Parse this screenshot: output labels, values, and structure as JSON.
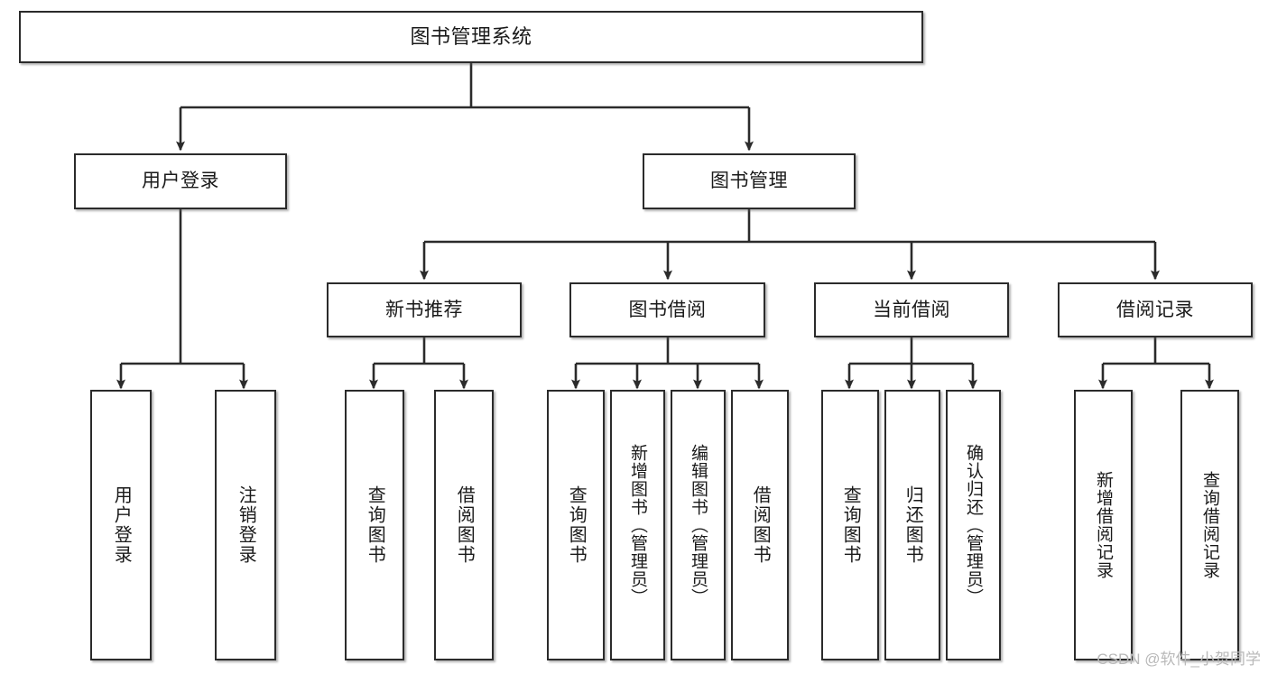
{
  "diagram": {
    "type": "tree",
    "title": "图书管理系统",
    "style": {
      "box_fill": "#ffffff",
      "box_border": "#2b2b2b",
      "text_color": "#1a1a1a",
      "connector_color": "#2b2b2b",
      "background": "#ffffff",
      "watermark_color": "#b9b9b9"
    },
    "root": {
      "label": "图书管理系统"
    },
    "level2": [
      {
        "label": "用户登录"
      },
      {
        "label": "图书管理"
      }
    ],
    "level3": [
      {
        "label": "新书推荐"
      },
      {
        "label": "图书借阅"
      },
      {
        "label": "当前借阅"
      },
      {
        "label": "借阅记录"
      }
    ],
    "leaves": {
      "user_login": [
        {
          "label": "用户登录"
        },
        {
          "label": "注销登录"
        }
      ],
      "new_book_recommend": [
        {
          "label": "查询图书"
        },
        {
          "label": "借阅图书"
        }
      ],
      "book_borrow": [
        {
          "label": "查询图书"
        },
        {
          "label": "新增图书（管理员）"
        },
        {
          "label": "编辑图书（管理员）"
        },
        {
          "label": "借阅图书"
        }
      ],
      "current_borrow": [
        {
          "label": "查询图书"
        },
        {
          "label": "归还图书"
        },
        {
          "label": "确认归还（管理员）"
        }
      ],
      "borrow_records": [
        {
          "label": "新增借阅记录"
        },
        {
          "label": "查询借阅记录"
        }
      ]
    }
  },
  "watermark": {
    "text": "CSDN @软件_小贺同学"
  }
}
